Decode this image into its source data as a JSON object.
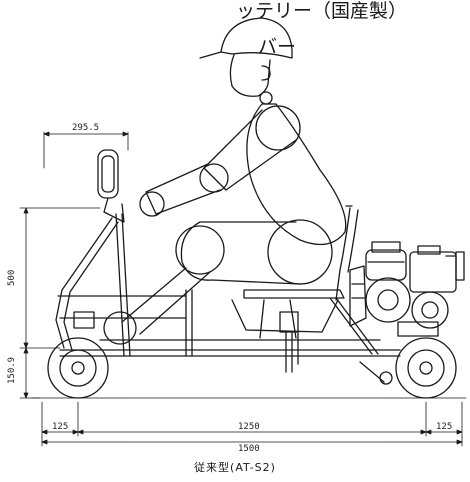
{
  "header_fragments": {
    "line1": "ッテリー（国産製）",
    "line2": "バー"
  },
  "dimensions": {
    "top_width": "295.5",
    "height_upper": "500",
    "height_lower": "150.9",
    "front_offset": "125",
    "wheelbase": "1250",
    "rear_offset": "125",
    "total_length": "1500"
  },
  "caption": "従来型(AT-S2)",
  "colors": {
    "ink": "#1a1a1a",
    "paper": "#ffffff"
  }
}
